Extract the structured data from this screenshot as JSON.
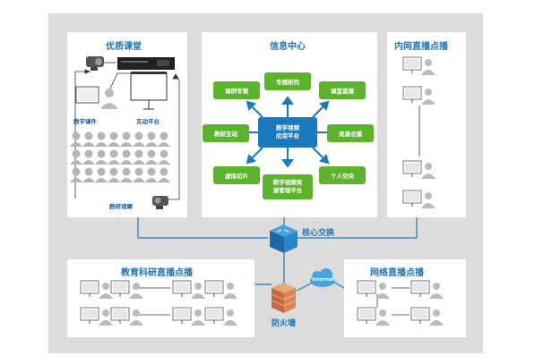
{
  "panels": {
    "quality_class": {
      "title": "优质课堂",
      "labels": {
        "courseware": "教学课件",
        "interactive": "互动平台",
        "observe": "教研观摩"
      }
    },
    "info_center": {
      "title": "信息中心",
      "core": {
        "line1": "教学视频",
        "line2": "应用平台"
      },
      "boxes": {
        "topic_research": "专题研究",
        "lesson_compete": "课例专辑",
        "class_live": "课堂直播",
        "teach_interact": "教研互动",
        "resource_vod": "资源点播",
        "virtual_slice": "虚拟切片",
        "personal_space": "个人空间"
      },
      "bottom": {
        "line1": "教学视频资",
        "line2": "源管理平台"
      }
    },
    "intranet_live": {
      "title": "内网直播点播"
    },
    "edu_research_live": {
      "title": "教育科研直播点播"
    },
    "network_live": {
      "title": "网络直播点播"
    }
  },
  "labels": {
    "core_switch": "核心交换",
    "firewall": "防火墙",
    "internet": "Internet"
  },
  "colors": {
    "accent": "#1f75b8",
    "green": "#5cb32c",
    "frame": "#dcdcdc"
  }
}
